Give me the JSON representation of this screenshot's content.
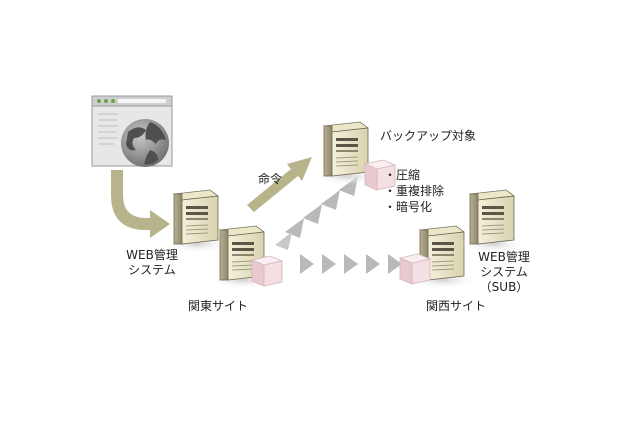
{
  "labels": {
    "command": "命令",
    "backup_target": "バックアップ対象",
    "feature_1": "・圧縮",
    "feature_2": "・重複排除",
    "feature_3": "・暗号化",
    "web_mgmt_line1": "WEB管理",
    "web_mgmt_line2": "システム",
    "web_sub_line1": "WEB管理",
    "web_sub_line2": "システム",
    "web_sub_line3": "（SUB）",
    "kanto_site": "関東サイト",
    "kansai_site": "関西サイト"
  },
  "icons": [
    "browser-globe-icon",
    "server-icon",
    "data-cube-icon",
    "arrow-icon"
  ],
  "colors": {
    "arrow": "#b7b48c",
    "arrow_triangle": "#b9b9b9",
    "server_body": "#e6e1c2",
    "server_dark": "#7c7761",
    "cube": "#f3dde1",
    "shadow": "#d8d8d8"
  }
}
